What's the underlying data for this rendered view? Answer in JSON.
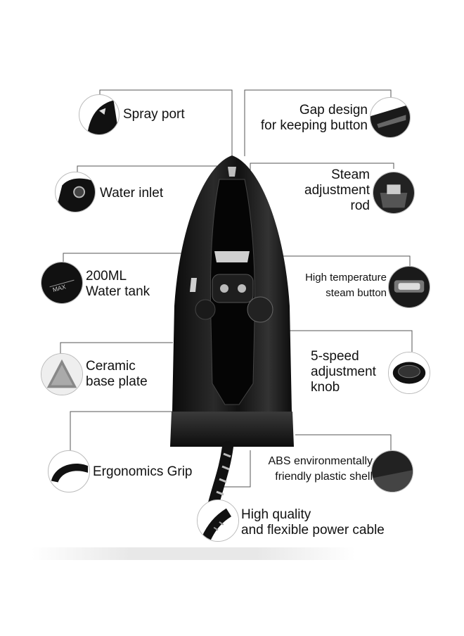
{
  "features": {
    "spray_port": "Spray port",
    "gap_design_line1": "Gap design",
    "gap_design_line2": "for keeping button",
    "water_inlet": "Water inlet",
    "steam_rod_line1": "Steam",
    "steam_rod_line2": "adjustment",
    "steam_rod_line3": "rod",
    "water_tank_line1": "200ML",
    "water_tank_line2": "Water tank",
    "high_temp_line1": "High temperature",
    "high_temp_line2": "steam button",
    "ceramic_line1": "Ceramic",
    "ceramic_line2": "base plate",
    "knob_line1": "5-speed",
    "knob_line2": "adjustment",
    "knob_line3": "knob",
    "grip": "Ergonomics Grip",
    "abs_line1": "ABS environmentally",
    "abs_line2": "friendly plastic shell",
    "cable_line1": "High quality",
    "cable_line2": "and flexible power cable"
  },
  "tank_mark": "MAX",
  "colors": {
    "iron_body": "#111111",
    "iron_highlight": "#3a3a3a",
    "leader_line": "#555555",
    "text": "#111111"
  }
}
